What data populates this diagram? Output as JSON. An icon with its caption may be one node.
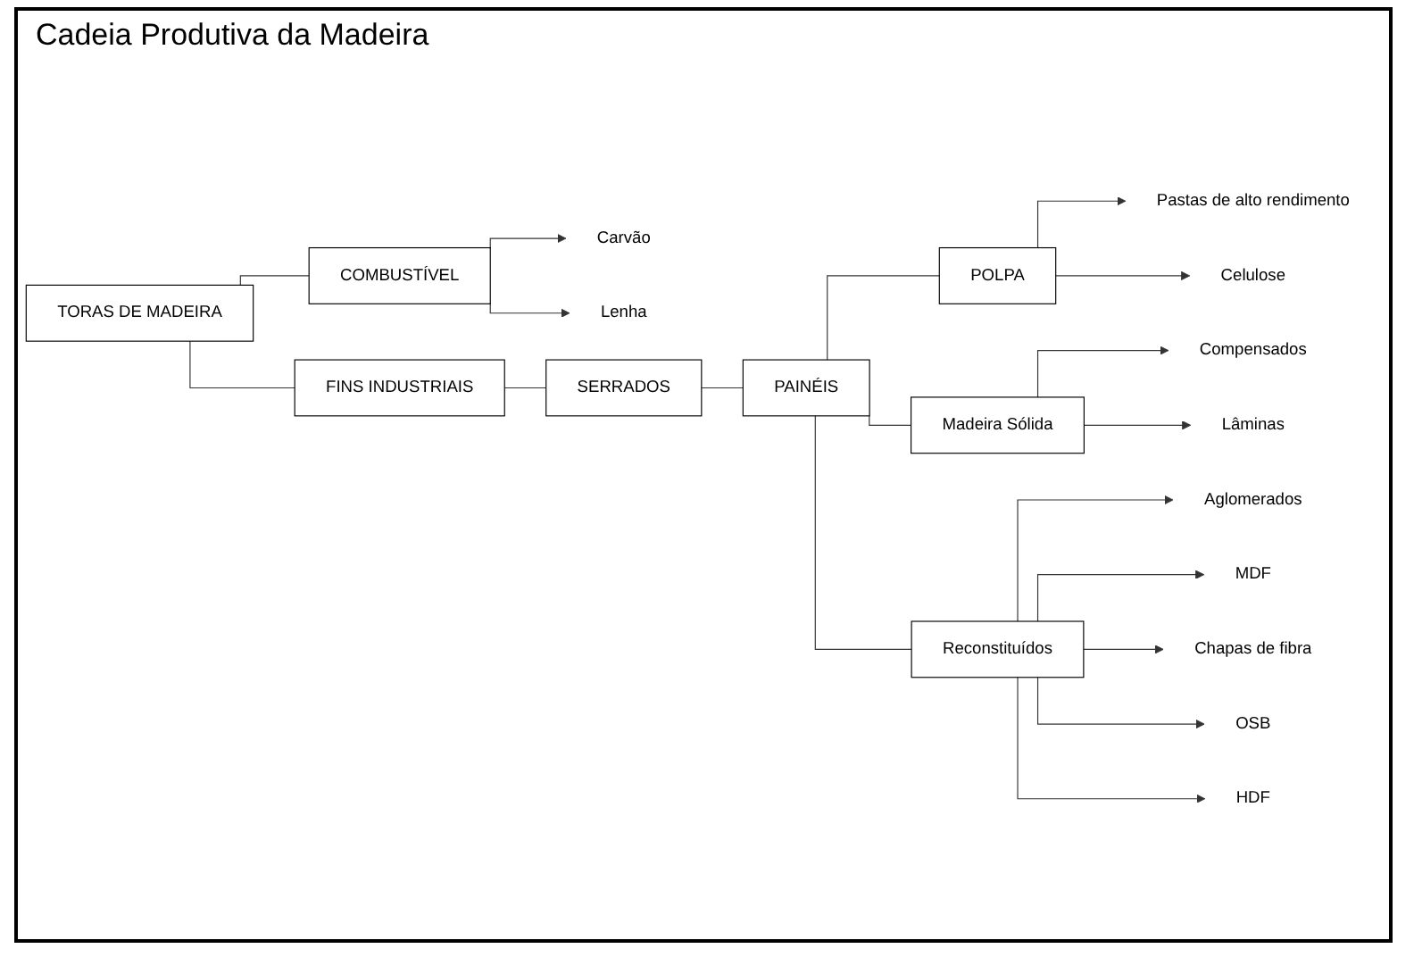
{
  "diagram": {
    "title": "Cadeia Produtiva da Madeira",
    "nodes": [
      {
        "text": [
          "TORAS DE MADEIRA"
        ]
      },
      {
        "text": [
          "FINS INDUSTRIAIS"
        ]
      },
      {
        "text": [
          "COMBUSTÍVEL"
        ]
      },
      {
        "text": [
          "Carvão"
        ]
      },
      {
        "text": [
          "Lenha"
        ]
      },
      {
        "text": [
          "SERRADOS"
        ]
      },
      {
        "text": [
          "PAINÉIS"
        ]
      },
      {
        "text": [
          "Madeira Sólida"
        ]
      },
      {
        "text": [
          "Compensados"
        ]
      },
      {
        "text": [
          "Lâminas"
        ]
      },
      {
        "text": [
          "Reconstituídos"
        ]
      },
      {
        "text": [
          "Aglomerados"
        ]
      },
      {
        "text": [
          "MDF"
        ]
      },
      {
        "text": [
          "Chapas de fibra"
        ]
      },
      {
        "text": [
          "OSB"
        ]
      },
      {
        "text": [
          "HDF"
        ]
      },
      {
        "text": [
          "POLPA"
        ]
      },
      {
        "text": [
          "Pastas de alto rendimento"
        ]
      },
      {
        "text": [
          "Celulose"
        ]
      }
    ],
    "edges": [
      {
        "from": 0,
        "to": 1,
        "arrow": "none"
      },
      {
        "from": 0,
        "to": 2,
        "arrow": "none"
      },
      {
        "from": 2,
        "to": 3,
        "arrow": "to"
      },
      {
        "from": 2,
        "to": 4,
        "arrow": "to"
      },
      {
        "from": 1,
        "to": 5,
        "arrow": "none"
      },
      {
        "from": 5,
        "to": 6,
        "arrow": "none"
      },
      {
        "from": 6,
        "to": 16,
        "arrow": "none"
      },
      {
        "from": 6,
        "to": 7,
        "arrow": "none"
      },
      {
        "from": 6,
        "to": 10,
        "arrow": "none"
      },
      {
        "from": 7,
        "to": 8,
        "arrow": "to"
      },
      {
        "from": 7,
        "to": 9,
        "arrow": "to"
      },
      {
        "from": 10,
        "to": 11,
        "arrow": "to"
      },
      {
        "from": 10,
        "to": 12,
        "arrow": "to"
      },
      {
        "from": 10,
        "to": 13,
        "arrow": "to"
      },
      {
        "from": 10,
        "to": 14,
        "arrow": "to"
      },
      {
        "from": 10,
        "to": 15,
        "arrow": "to"
      },
      {
        "from": 16,
        "to": 17,
        "arrow": "to"
      },
      {
        "from": 16,
        "to": 18,
        "arrow": "to"
      }
    ]
  }
}
